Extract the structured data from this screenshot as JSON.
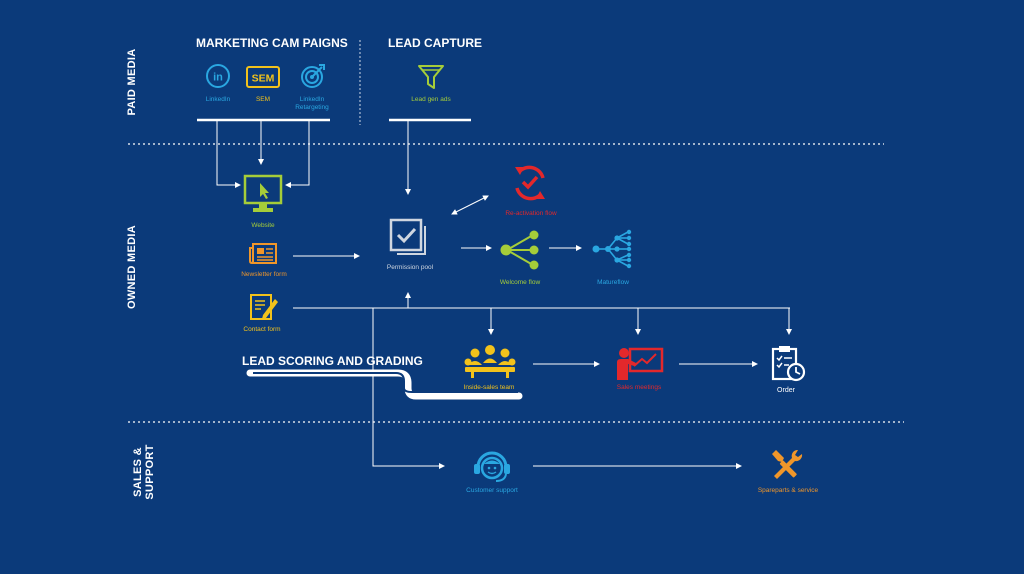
{
  "sections": {
    "paid": "PAID MEDIA",
    "owned": "OWNED MEDIA",
    "sales_line1": "SALES &",
    "sales_line2": "SUPPORT"
  },
  "headings": {
    "marketing": "MARKETING CAM PAIGNS",
    "lead_capture": "LEAD CAPTURE",
    "lead_scoring": "LEAD SCORING AND GRADING"
  },
  "labels": {
    "linkedin": "LinkedIn",
    "sem": "SEM",
    "sem_badge": "SEM",
    "linkedin_retargeting_1": "LinkedIn",
    "linkedin_retargeting_2": "Retargeting",
    "lead_gen_ads": "Lead gen ads",
    "website": "Website",
    "newsletter_form": "Newsletter form",
    "contact_form": "Contact form",
    "permission_pool": "Permission pool",
    "reactivation_flow": "Re-activation flow",
    "welcome_flow": "Welcome flow",
    "mature_flow": "Matureflow",
    "inside_sales_team": "Inside-sales team",
    "sales_meetings": "Sales meetings",
    "order": "Order",
    "customer_support": "Customer support",
    "spareparts_service": "Spareparts & service",
    "linkedin_logo": "in"
  },
  "colors": {
    "background": "#0b3a7a",
    "blue": "#2aa7e1",
    "yellow": "#f2c21b",
    "green": "#a5cd39",
    "red": "#e3282b",
    "orange": "#f0962a",
    "white": "#ffffff",
    "gray": "#cfd6e0"
  },
  "icons": [
    "linkedin-icon",
    "sem-icon",
    "target-icon",
    "funnel-icon",
    "monitor-icon",
    "newspaper-icon",
    "contact-form-icon",
    "permission-pool-icon",
    "reactivation-icon",
    "welcome-flow-icon",
    "mature-flow-icon",
    "inside-sales-team-icon",
    "sales-meeting-icon",
    "order-clipboard-icon",
    "customer-support-icon",
    "tools-icon"
  ]
}
